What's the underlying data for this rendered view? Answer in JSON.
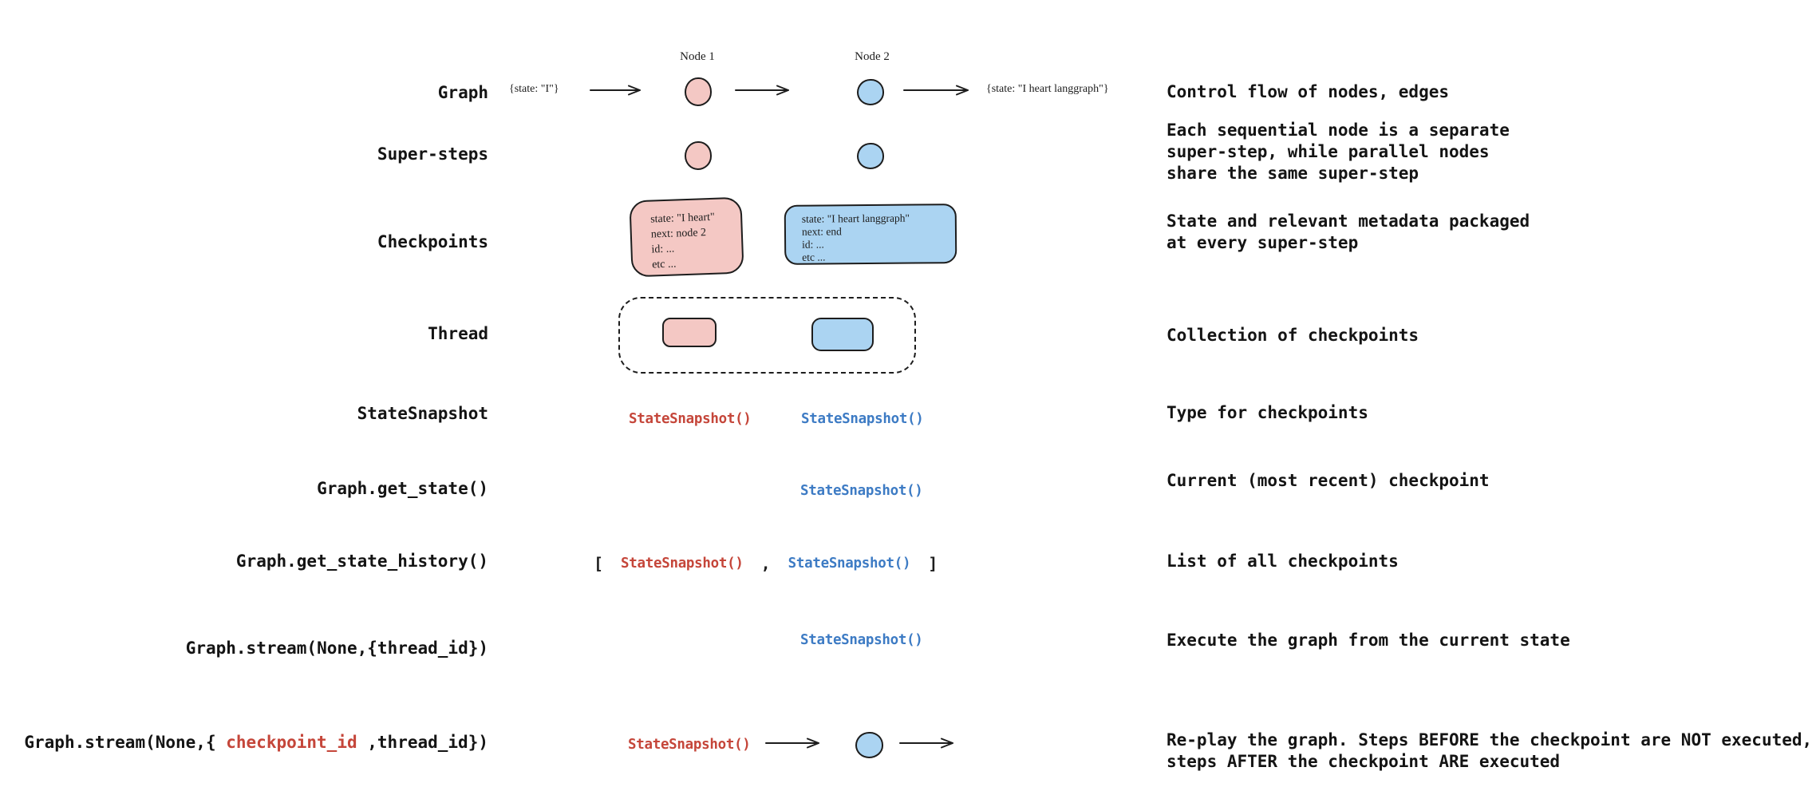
{
  "colors": {
    "ink": "#1d1d1d",
    "text": "#141414",
    "red": "#c5463a",
    "blue": "#3d7bc4",
    "pink-fill": "#f4c8c4",
    "blue-fill": "#abd4f2"
  },
  "rows": [
    {
      "label": "Graph",
      "description": "Control flow of nodes, edges"
    },
    {
      "label": "Super-steps",
      "description": "Each sequential node is a separate\nsuper-step, while parallel nodes\nshare the same super-step"
    },
    {
      "label": "Checkpoints",
      "description": "State and relevant metadata packaged\nat every super-step"
    },
    {
      "label": "Thread",
      "description": "Collection of checkpoints"
    },
    {
      "label": "StateSnapshot",
      "description": "Type for checkpoints"
    },
    {
      "label": "Graph.get_state()",
      "description": "Current (most recent) checkpoint"
    },
    {
      "label": "Graph.get_state_history()",
      "description": "List of all checkpoints"
    },
    {
      "label": "Graph.stream(None,{thread_id})",
      "description": "Execute the graph from the current state"
    },
    {
      "label": "",
      "description": "Re-play the graph. Steps BEFORE the checkpoint are NOT executed,\nsteps AFTER the checkpoint ARE executed"
    }
  ],
  "row9_label": {
    "prefix": "Graph.stream(None,{ ",
    "highlight": "checkpoint_id",
    "suffix": " ,thread_id})"
  },
  "flow": {
    "input_state": "{state: \"I\"}",
    "node1": "Node 1",
    "node2": "Node 2",
    "output_state": "{state: \"I heart langgraph\"}"
  },
  "pink_checkpoint": {
    "l1": "state: \"I heart\"",
    "l2": "next: node 2",
    "l3": "id: ...",
    "l4": "etc ..."
  },
  "blue_checkpoint": {
    "l1": "state: \"I heart langgraph\"",
    "l2": "next: end",
    "l3": "id: ...",
    "l4": "etc ..."
  },
  "snapshot": {
    "call": "StateSnapshot()",
    "open_bracket": "[",
    "comma": ",",
    "close_bracket": "]"
  }
}
